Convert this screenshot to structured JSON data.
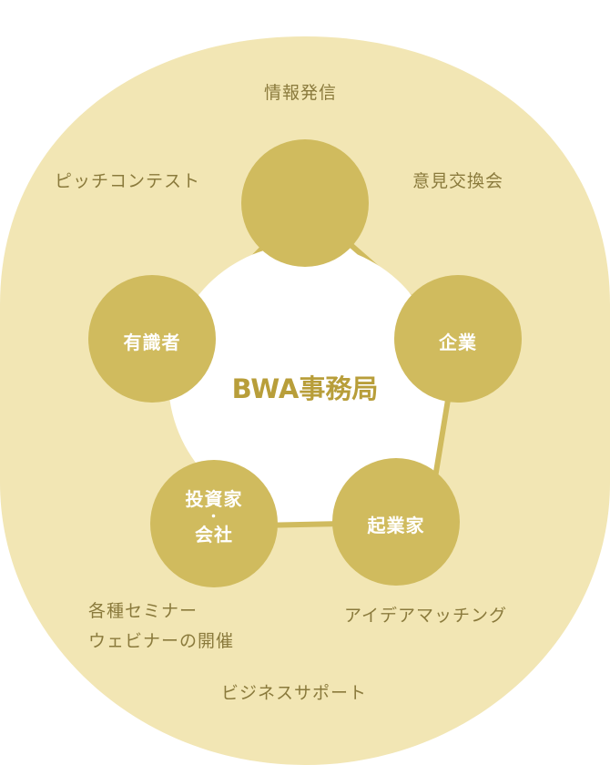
{
  "colors": {
    "outer_fill": "#f2e6b4",
    "node_fill": "#d0bb5e",
    "ring_stroke": "#d0bb5e",
    "center_fill": "#ffffff",
    "center_text": "#b89e3a",
    "outer_text": "#8a7a3c",
    "node_text": "#ffffff"
  },
  "center": {
    "title": "BWA事務局"
  },
  "nodes": {
    "top": {
      "label": ""
    },
    "right": {
      "label": "企業"
    },
    "bottom_right": {
      "label": "起業家"
    },
    "bottom_left": {
      "lines": [
        "投資家",
        "・",
        "会社"
      ]
    },
    "left": {
      "label": "有識者"
    }
  },
  "activities": {
    "top": "情報発信",
    "top_right": "意見交換会",
    "top_left": "ピッチコンテスト",
    "bottom_left": [
      "各種セミナー",
      "ウェビナーの開催"
    ],
    "bottom_right": "アイデアマッチング",
    "bottom": "ビジネスサポート"
  }
}
